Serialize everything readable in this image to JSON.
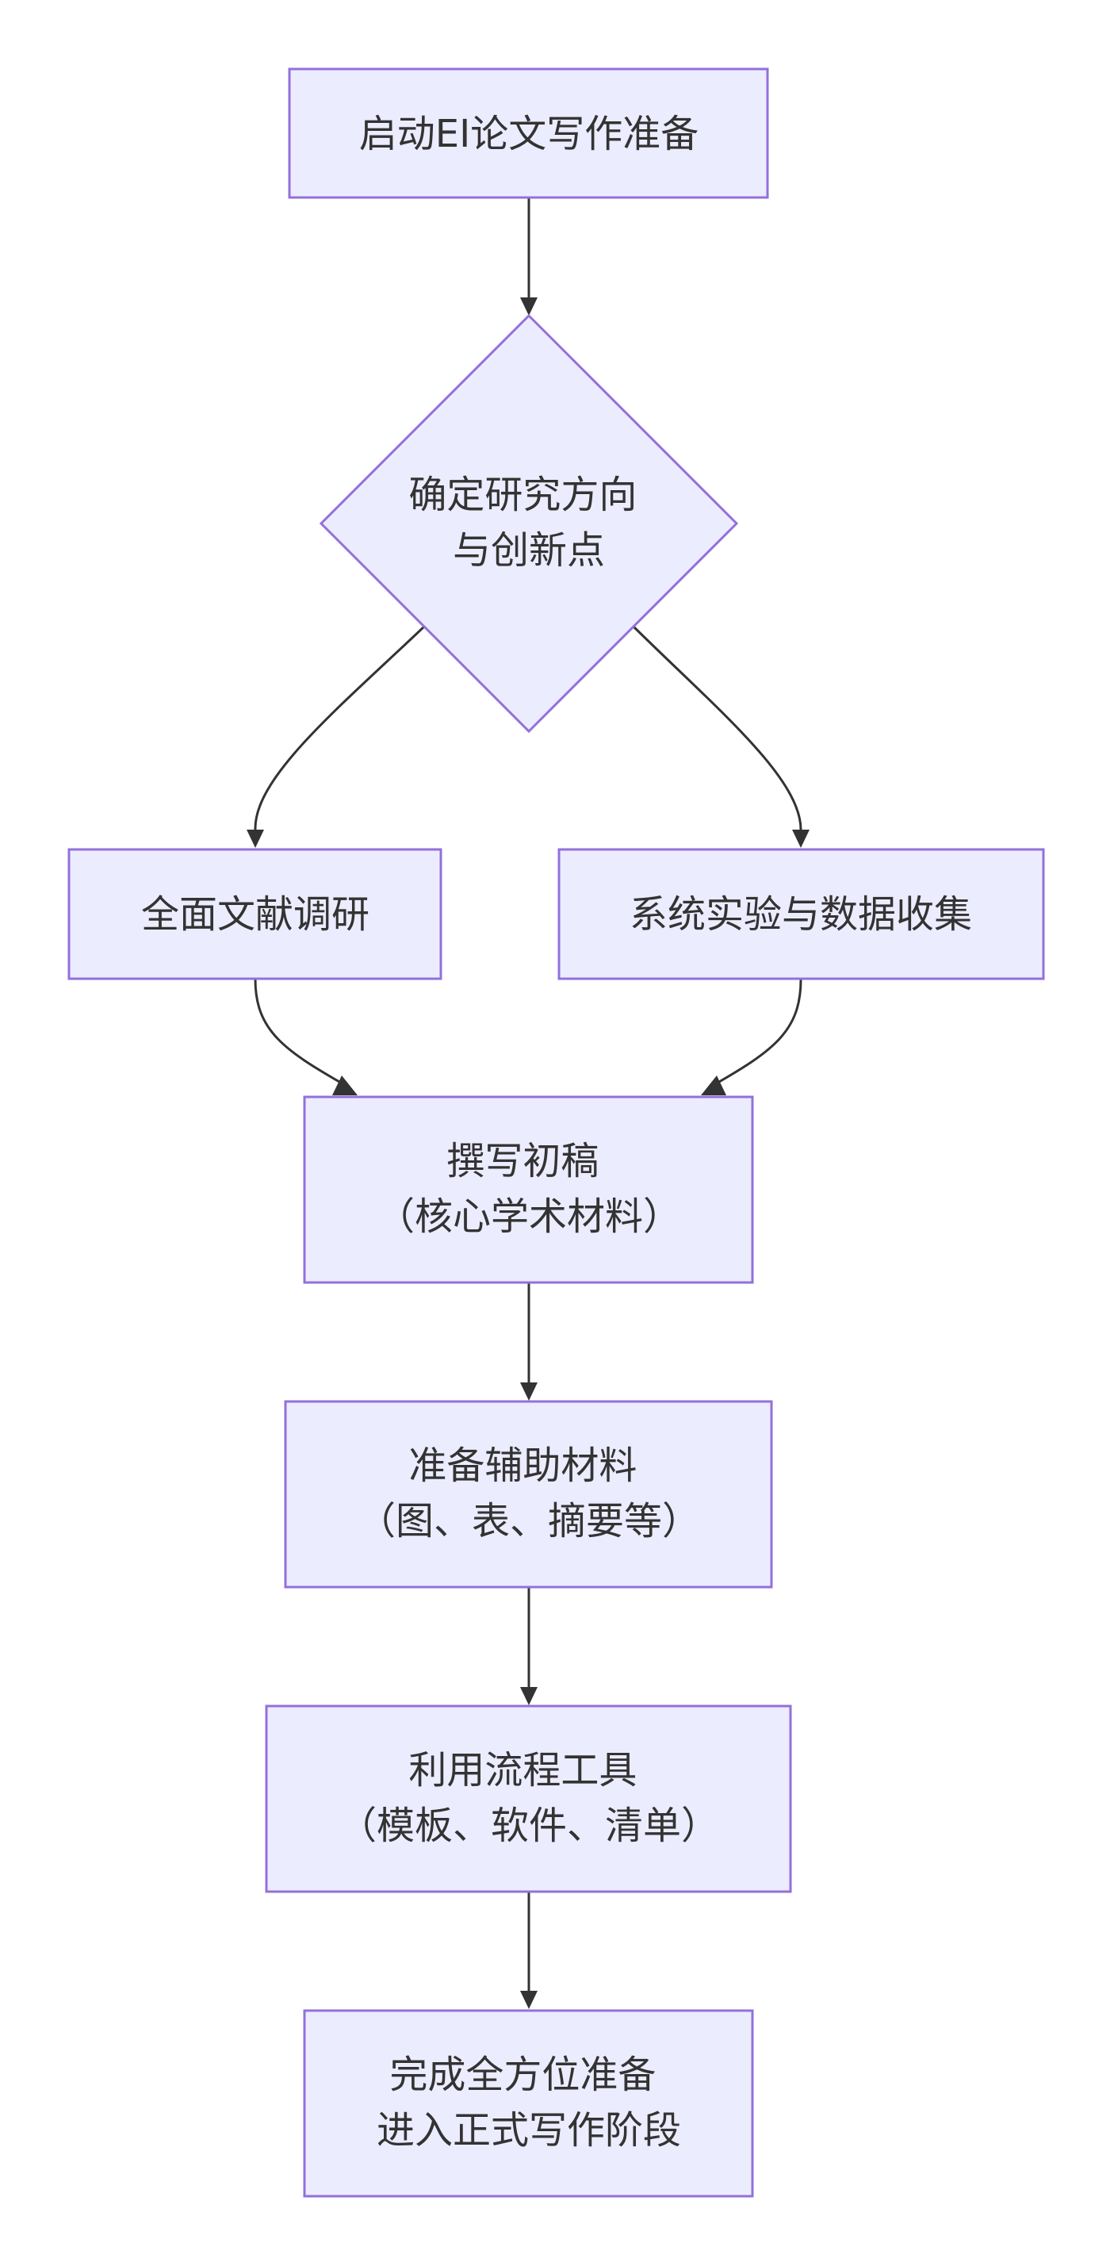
{
  "nodes": {
    "start": {
      "lines": [
        "启动EI论文写作准备"
      ]
    },
    "decide": {
      "lines": [
        "确定研究方向",
        "与创新点"
      ]
    },
    "lit": {
      "lines": [
        "全面文献调研"
      ]
    },
    "exp": {
      "lines": [
        "系统实验与数据收集"
      ]
    },
    "draft": {
      "lines": [
        "撰写初稿",
        "（核心学术材料）"
      ]
    },
    "aux": {
      "lines": [
        "准备辅助材料",
        "（图、表、摘要等）"
      ]
    },
    "tools": {
      "lines": [
        "利用流程工具",
        "（模板、软件、清单）"
      ]
    },
    "finish": {
      "lines": [
        "完成全方位准备",
        "进入正式写作阶段"
      ]
    }
  },
  "colors": {
    "node_fill": "#ECECFF",
    "node_stroke": "#9370DB",
    "edge": "#333333",
    "text": "#333333"
  }
}
